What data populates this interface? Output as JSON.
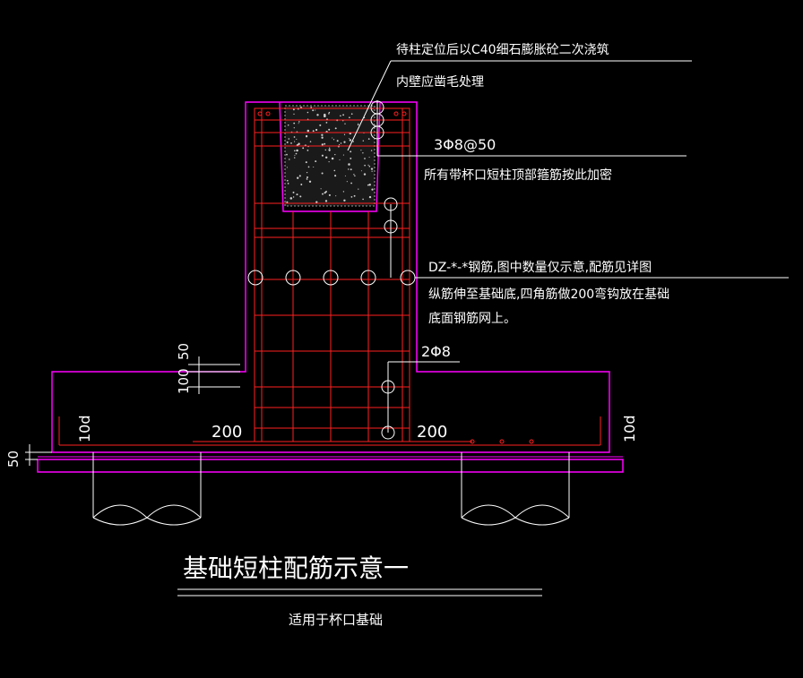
{
  "annotations": {
    "note_top_line1": "待柱定位后以C40细石膨胀砼二次浇筑",
    "note_top_line2": "内壁应凿毛处理",
    "stirrup_spec": "3Φ8@50",
    "stirrup_note": "所有带杯口短柱顶部箍筋按此加密",
    "rebar_line1": "DZ-*-*钢筋,图中数量仅示意,配筋见详图",
    "rebar_line2": "纵筋伸至基础底,四角筋做200弯钩放在基础",
    "rebar_line3": "底面钢筋网上。",
    "tie_spec": "2Φ8",
    "dim_50_upper": "50",
    "dim_100": "100",
    "dim_200_left": "200",
    "dim_200_right": "200",
    "dim_10d_left": "10d",
    "dim_10d_right": "10d",
    "dim_50_lower": "50"
  },
  "title": {
    "main": "基础短柱配筋示意一",
    "sub": "适用于杯口基础"
  },
  "colors": {
    "background": "#000000",
    "outline": "#ff00ff",
    "rebar": "#ff2020",
    "text": "#ffffff"
  }
}
